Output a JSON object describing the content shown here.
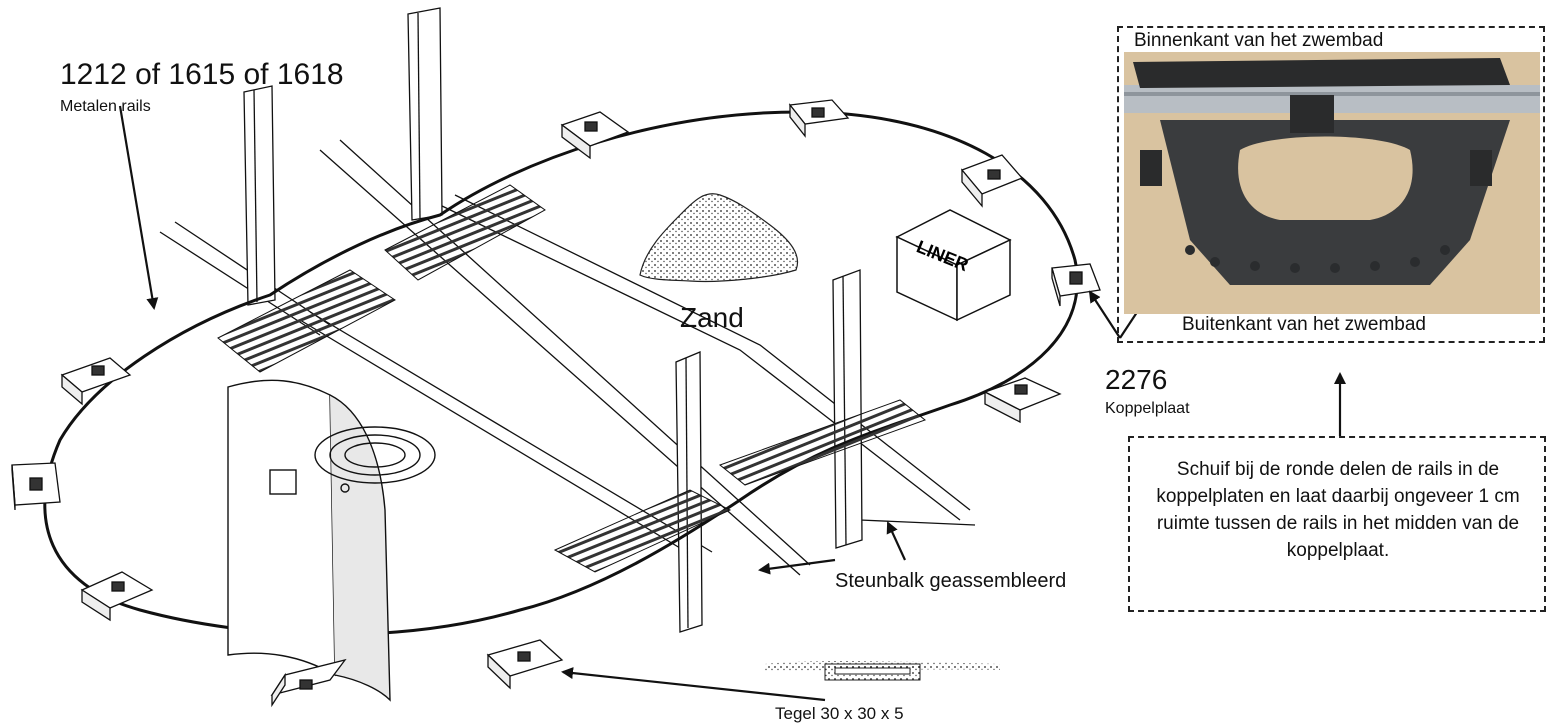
{
  "labels": {
    "rails_codes": "1212 of 1615 of 1618",
    "rails_name": "Metalen rails",
    "zand": "Zand",
    "liner": "LINER",
    "koppelplaat_code": "2276",
    "koppelplaat_name": "Koppelplaat",
    "steunbalk": "Steunbalk geassembleerd",
    "tegel": "Tegel 30 x 30 x 5",
    "binnenkant": "Binnenkant van het zwembad",
    "buitenkant": "Buitenkant van het zwembad"
  },
  "note": {
    "text": "Schuif bij de ronde delen de rails in de koppelplaten en laat daarbij ongeveer 1 cm ruimte tussen de rails in het midden van de koppelplaat."
  },
  "colors": {
    "line": "#111111",
    "tile_fill": "#ffffff",
    "photo_bg": "#d9c3a0",
    "photo_plate": "#3a3c3e",
    "photo_rail": "#b8bec4"
  }
}
